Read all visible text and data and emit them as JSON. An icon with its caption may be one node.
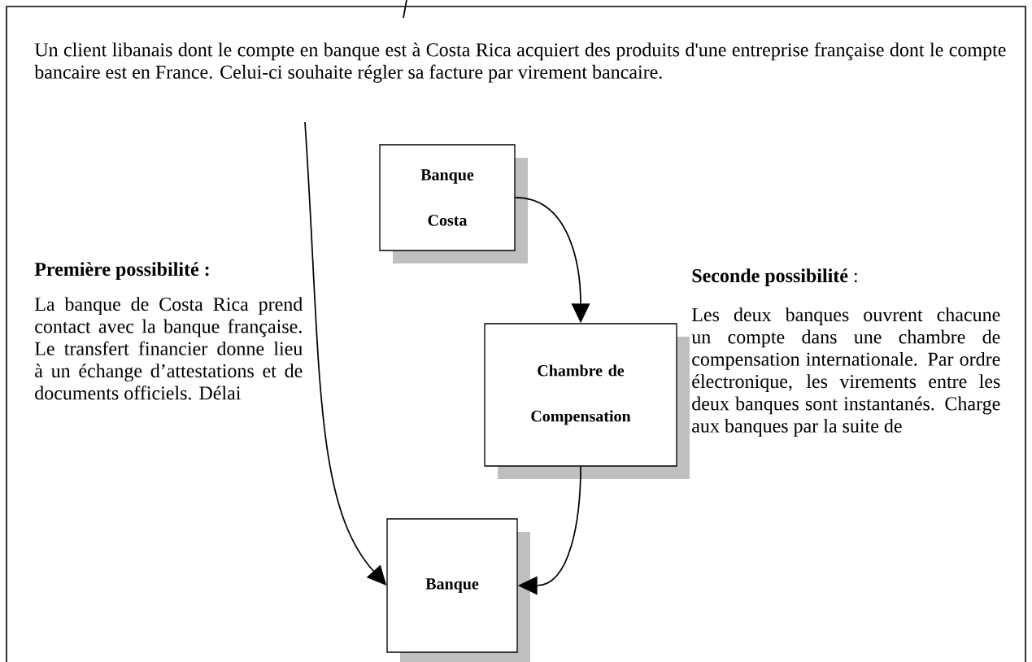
{
  "diagram": {
    "nodes": [
      {
        "text": [
          "Banque Costa"
        ]
      },
      {
        "text": [
          "Chambre de Compensation"
        ]
      },
      {
        "text": [
          "Banque"
        ]
      }
    ],
    "edges": [
      {
        "from": 0,
        "to": 1,
        "arrow": "to"
      },
      {
        "from": 1,
        "to": 2,
        "arrow": "to"
      },
      {
        "from": null,
        "to": 2,
        "arrow": "to"
      }
    ],
    "labels": [
      "Un client libanais dont le compte en banque est à Costa  Rica acquiert des produits d'une entreprise française dont le compte bancaire est en France. Celui-ci souhaite régler sa facture par  virement bancaire.",
      "Première possibilité :",
      "La banque de Costa Rica prend contact avec la banque française. Le transfert financier donne lieu à un échange d’attestations et de documents officiels. Délai",
      "**Seconde possibilité** :",
      "Les deux banques ouvrent chacune un compte dans une chambre de compensation internationale. Par ordre électronique, les virements entre les deux banques sont instantanés. Charge aux banques par la suite de"
    ]
  }
}
